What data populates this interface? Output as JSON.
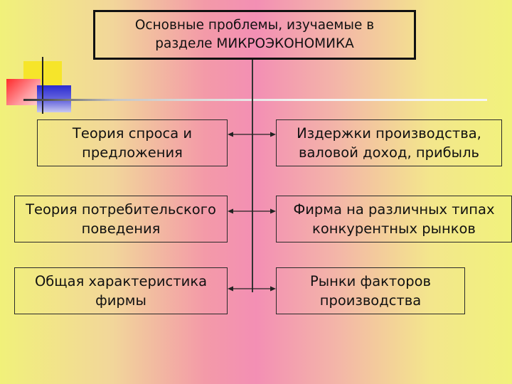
{
  "title": {
    "line1": "Основные проблемы, изучаемые в",
    "line2": "разделе МИКРОЭКОНОМИКА"
  },
  "left_boxes": [
    {
      "line1": "Теория спроса и",
      "line2": "предложения"
    },
    {
      "line1": "Теория потребительского",
      "line2": "поведения"
    },
    {
      "line1": "Общая характеристика",
      "line2": "фирмы"
    }
  ],
  "right_boxes": [
    {
      "line1": "Издержки производства,",
      "line2": "валовой доход, прибыль"
    },
    {
      "line1": "Фирма на различных типах",
      "line2": "конкурентных рынков"
    },
    {
      "line1": "Рынки факторов",
      "line2": "производства"
    }
  ]
}
